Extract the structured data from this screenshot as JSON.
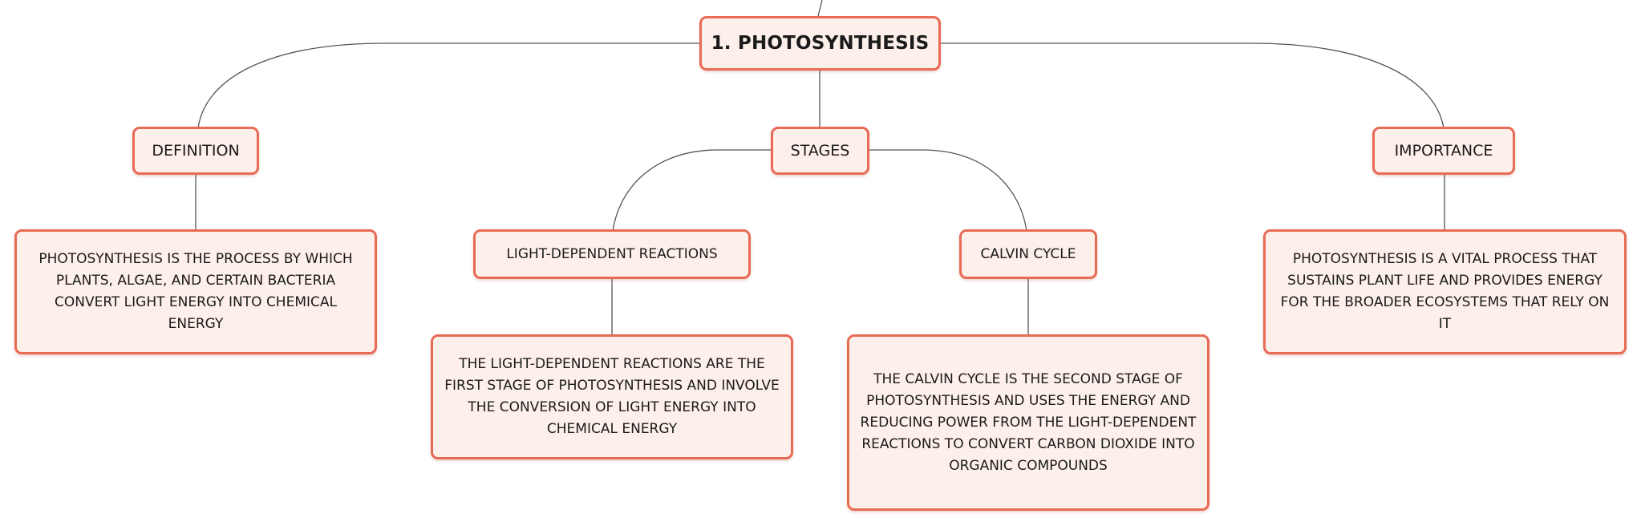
{
  "diagram": {
    "root": {
      "label": "1. PHOTOSYNTHESIS"
    },
    "definition": {
      "label": "DEFINITION",
      "text": "PHOTOSYNTHESIS IS THE PROCESS BY WHICH PLANTS, ALGAE, AND CERTAIN BACTERIA CONVERT LIGHT ENERGY INTO CHEMICAL ENERGY"
    },
    "stages": {
      "label": "STAGES",
      "light_dependent": {
        "label": "LIGHT-DEPENDENT REACTIONS",
        "text": "THE LIGHT-DEPENDENT REACTIONS ARE THE FIRST STAGE OF PHOTOSYNTHESIS AND INVOLVE THE CONVERSION OF LIGHT ENERGY INTO CHEMICAL ENERGY"
      },
      "calvin_cycle": {
        "label": "CALVIN CYCLE",
        "text": "THE CALVIN CYCLE IS THE SECOND STAGE OF PHOTOSYNTHESIS AND USES THE ENERGY AND REDUCING POWER FROM THE LIGHT-DEPENDENT REACTIONS TO CONVERT CARBON DIOXIDE INTO ORGANIC COMPOUNDS"
      }
    },
    "importance": {
      "label": "IMPORTANCE",
      "text": "PHOTOSYNTHESIS IS A VITAL PROCESS THAT SUSTAINS PLANT LIFE AND PROVIDES ENERGY FOR THE BROADER ECOSYSTEMS THAT RELY ON IT"
    }
  },
  "colors": {
    "node_fill": "#fdf0ea",
    "node_border": "#e96a55",
    "connector": "#555555",
    "text": "#1a1a1a"
  }
}
